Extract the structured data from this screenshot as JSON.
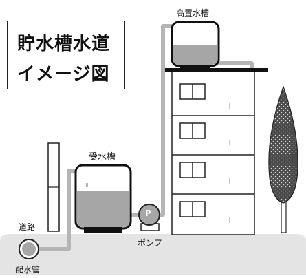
{
  "title": {
    "line1": "貯水槽水道",
    "line2": "イメージ図"
  },
  "labels": {
    "elevated_tank": "高置水槽",
    "receiving_tank": "受水槽",
    "pump": "ポンプ",
    "pump_symbol": "P",
    "road": "道路",
    "distribution_pipe": "配水管"
  },
  "colors": {
    "pipe": "#b5b5b5",
    "water": "#a6a6a6",
    "ground": "#e4e4e4",
    "building": "#ffffff",
    "roof": "#111111",
    "tree": "#4a4a4a"
  },
  "building": {
    "floors": 4
  }
}
